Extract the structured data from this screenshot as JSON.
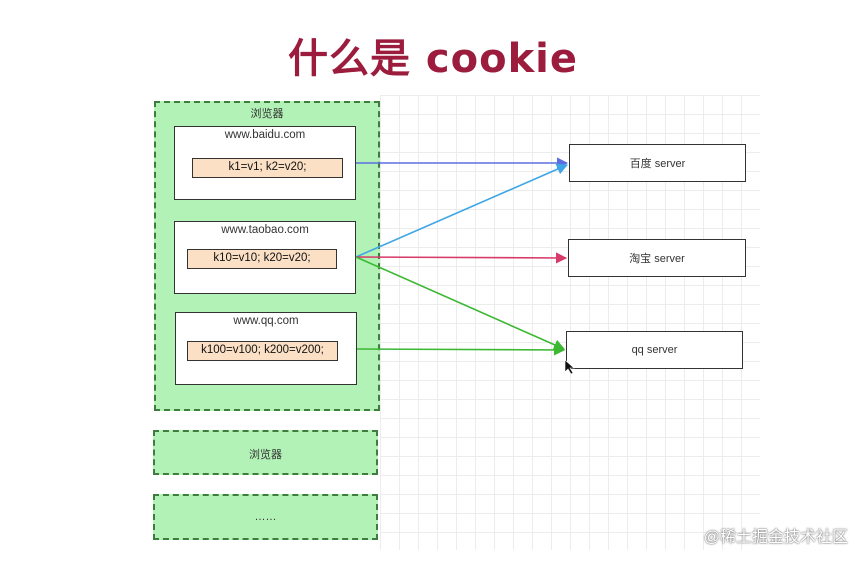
{
  "title": "什么是 cookie",
  "browsers": [
    {
      "label": "浏览器"
    },
    {
      "label": "浏览器"
    },
    {
      "label": "……"
    }
  ],
  "sites": [
    {
      "url": "www.baidu.com",
      "cookie": "k1=v1; k2=v20;"
    },
    {
      "url": "www.taobao.com",
      "cookie": "k10=v10; k20=v20;"
    },
    {
      "url": "www.qq.com",
      "cookie": "k100=v100; k200=v200;"
    }
  ],
  "servers": [
    {
      "label": "百度 server"
    },
    {
      "label": "淘宝 server"
    },
    {
      "label": "qq server"
    }
  ],
  "colors": {
    "title": "#9b1c3c",
    "browser_fill": "#b2f2b6",
    "arrow_baidu": "#5b6ee1",
    "arrow_taobao_to_baidu": "#3ea6e6",
    "arrow_taobao": "#d83a6a",
    "arrow_green": "#3cb833"
  },
  "watermark": "@稀土掘金技术社区"
}
